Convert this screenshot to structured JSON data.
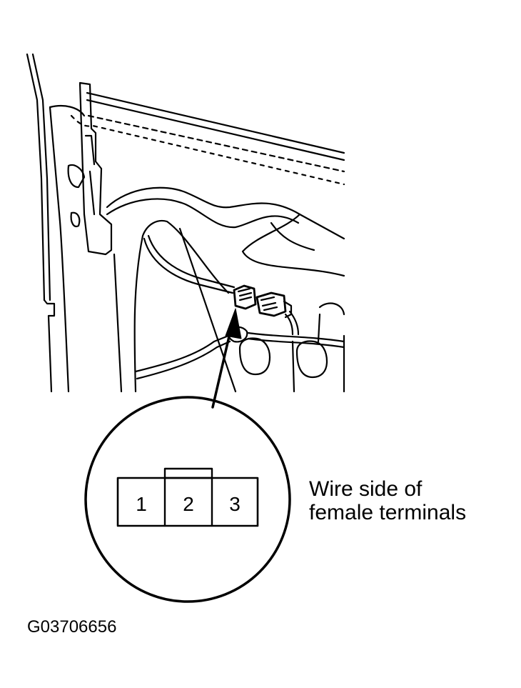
{
  "diagram": {
    "caption_line1": "Wire side of",
    "caption_line2": "female terminals",
    "figure_id": "G03706656",
    "connector_terminals": [
      "1",
      "2",
      "3"
    ],
    "line_color": "#000000",
    "background_color": "#ffffff"
  }
}
